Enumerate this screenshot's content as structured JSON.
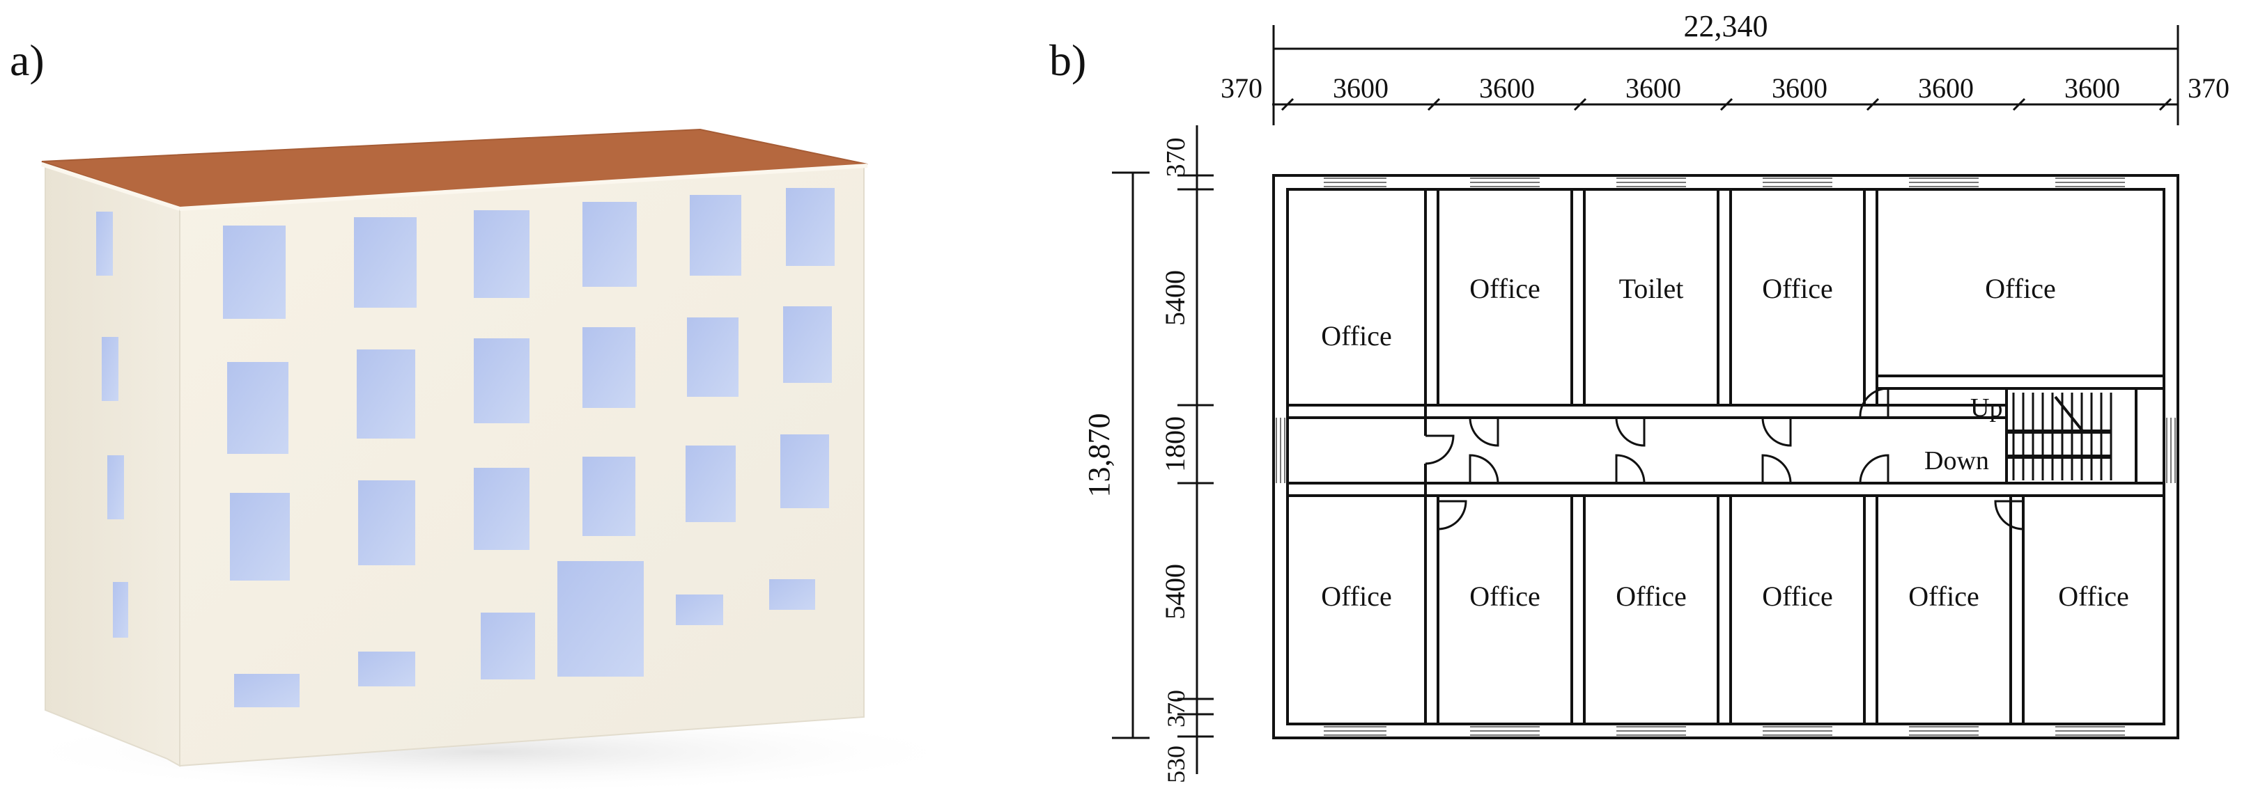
{
  "panel_a": {
    "label": "a)",
    "colors": {
      "roof": "#b5683f",
      "facade": "#f4efe3",
      "side": "#ece6d8",
      "window": "#bccbf0"
    }
  },
  "panel_b": {
    "label": "b)",
    "dims": {
      "total_width": "22,340",
      "wall_left": "370",
      "wall_right": "370",
      "bays": [
        "3600",
        "3600",
        "3600",
        "3600",
        "3600",
        "3600"
      ],
      "total_depth": "13,870",
      "v_wall_top": "370",
      "v_room_top": "5400",
      "v_corridor": "1800",
      "v_room_bottom": "5400",
      "v_wall_bottom": "370",
      "v_plinth": "530"
    },
    "rooms_top": [
      "Office",
      "Office",
      "Toilet",
      "Office",
      "Office"
    ],
    "rooms_bottom": [
      "Office",
      "Office",
      "Office",
      "Office",
      "Office",
      "Office"
    ],
    "stair": {
      "up": "Up",
      "down": "Down"
    }
  }
}
